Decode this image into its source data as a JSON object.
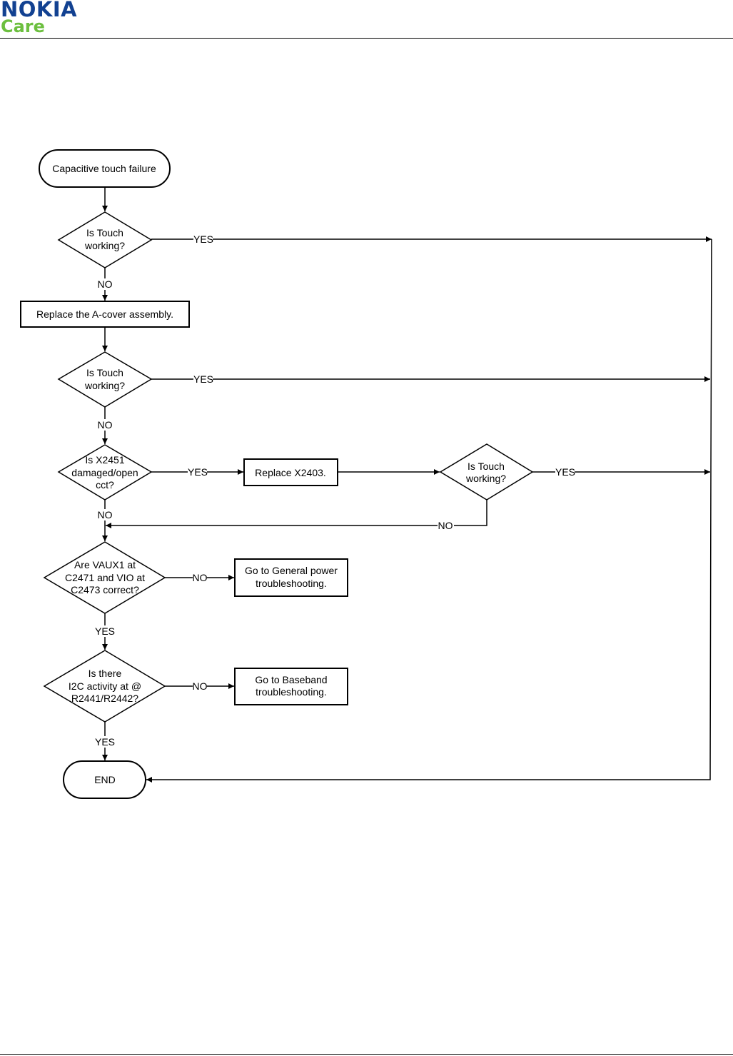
{
  "brand": {
    "name": "NOKIA",
    "sub": "Care",
    "colors": {
      "nokia_blue": "#124191",
      "care_green": "#6cbf3f",
      "line": "#000000"
    }
  },
  "flowchart": {
    "start": "Capacitive touch failure",
    "q1": [
      "Is Touch",
      "working?"
    ],
    "q1_yes": "YES",
    "q1_no": "NO",
    "step1": "Replace the A-cover assembly.",
    "q2": [
      "Is Touch",
      "working?"
    ],
    "q2_yes": "YES",
    "q2_no": "NO",
    "q3": [
      "Is X2451",
      "damaged/open",
      "cct?"
    ],
    "q3_yes": "YES",
    "q3_no": "NO",
    "step2": "Replace X2403.",
    "q4": [
      "Is Touch",
      "working?"
    ],
    "q4_yes": "YES",
    "q4_no": "NO",
    "q5": [
      "Are VAUX1 at",
      "C2471 and VIO at",
      "C2473 correct?"
    ],
    "q5_no": "NO",
    "q5_yes": "YES",
    "step3": [
      "Go to General power",
      "troubleshooting."
    ],
    "q6": [
      "Is there",
      "I2C activity at @",
      "R2441/R2442?"
    ],
    "q6_no": "NO",
    "q6_yes": "YES",
    "step4": [
      "Go to Baseband",
      "troubleshooting."
    ],
    "end": "END"
  }
}
